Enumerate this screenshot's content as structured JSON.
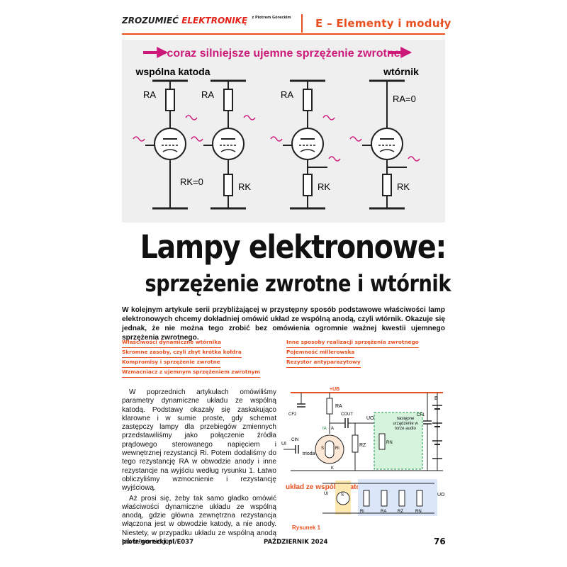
{
  "header": {
    "brand_part1": "Zrozumieć",
    "brand_part2": "Elektronikę",
    "brand_small": "z Piotrem Góreckim",
    "section": "E – Elementy i moduły"
  },
  "figure_top": {
    "arrow_caption": "coraz silniejsze ujemne sprzężenie zwrotne",
    "circuit_labels": [
      "wspólna katoda",
      "wtórnik"
    ],
    "ra_labels": [
      "RA",
      "RA",
      "RA",
      "RA=0"
    ],
    "rk_labels": [
      "RK=0",
      "RK",
      "RK",
      "RK"
    ]
  },
  "title": {
    "line1": "Lampy elektronowe:",
    "line2": "sprzężenie zwrotne i wtórnik"
  },
  "lead": "W kolejnym artykule serii przybliżającej w przystępny sposób podstawowe właściwości lamp elektronowych chcemy dokładniej omówić układ ze wspólną anodą, czyli wtórnik. Okazuje się jednak, że nie można tego zrobić bez omówienia ogromnie ważnej kwestii ujemnego sprzężenia zwrotnego.",
  "toc": {
    "left": [
      "Właściwości dynamiczne wtórnika",
      "Skromne zasoby, czyli zbyt krótka kołdra",
      "Kompromisy i sprzężenie zwrotne",
      "Wzmacniacz z ujemnym sprzężeniem zwrotnym"
    ],
    "right": [
      "Inne sposoby realizacji sprzężenia zwrotnego",
      "Pojemność millerowska",
      "Rezystor antyparazytowy"
    ]
  },
  "body": {
    "p1": "W poprzednich artykułach omówiliśmy parametry dynamiczne układu ze wspólną katodą. Podstawy okazały się zaskakująco klarowne i w sumie proste, gdy schemat zastępczy lampy dla przebiegów zmiennych przedstawiliśmy jako połączenie źródła prądowego sterowanego napięciem i wewnętrznej rezystancji Ri. Potem dodaliśmy do tego rezystancję RA w obwodzie anody i inne rezystancje na wyjściu według rysunku 1. Łatwo obliczyliśmy wzmocnienie i rezystancję wyjściową.",
    "p2": "Aż prosi się, żeby tak samo gładko omówić właściwości dynamiczne układu ze wspólną anodą, gdzie główna zewnętrzna rezystancja włączona jest w obwodzie katody, a nie anody. Niestety, w przypadku układu ze wspólną anodą tak łatwo nie jest."
  },
  "figure_bottom": {
    "labels": {
      "ub": "+UB",
      "ra": "RA",
      "cout": "COUT",
      "uo": "UO",
      "cf2": "CF2",
      "cin": "CIN",
      "ia": "IA",
      "a": "A",
      "trioda": "trioda",
      "ri": "Ri",
      "rz": "RZ",
      "rn": "RN",
      "ui": "UI",
      "s": "S",
      "k": "K",
      "b": "B",
      "cf1": "CF1",
      "next_stage": "następne urządzenie w torze audio",
      "common_anode": "układ ze wspólną katodą",
      "rn2": "RN",
      "rz2": "RZ",
      "ra2": "RA",
      "ri2": "Ri",
      "uo2": "UO",
      "ui2": "UI",
      "s2": "S"
    },
    "caption": "Rysunek 1"
  },
  "footer": {
    "left": "piotr-gorecki.pl/E037",
    "mid": "Październik 2024",
    "page": "76"
  }
}
